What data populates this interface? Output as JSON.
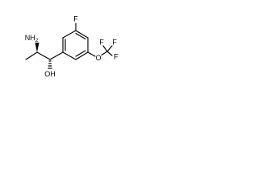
{
  "structure": {
    "type": "skeletal-formula",
    "atom_labels": {
      "amine": "NH",
      "amine_subscript": "2",
      "hydroxyl": "OH",
      "fluoro": "F",
      "ether_oxygen": "O",
      "cf3_f_top_left": "F",
      "cf3_f_top_right": "F",
      "cf3_f_right": "F"
    },
    "colors": {
      "bonds": "#000000",
      "labels": "#000000",
      "background": "#ffffff"
    }
  }
}
